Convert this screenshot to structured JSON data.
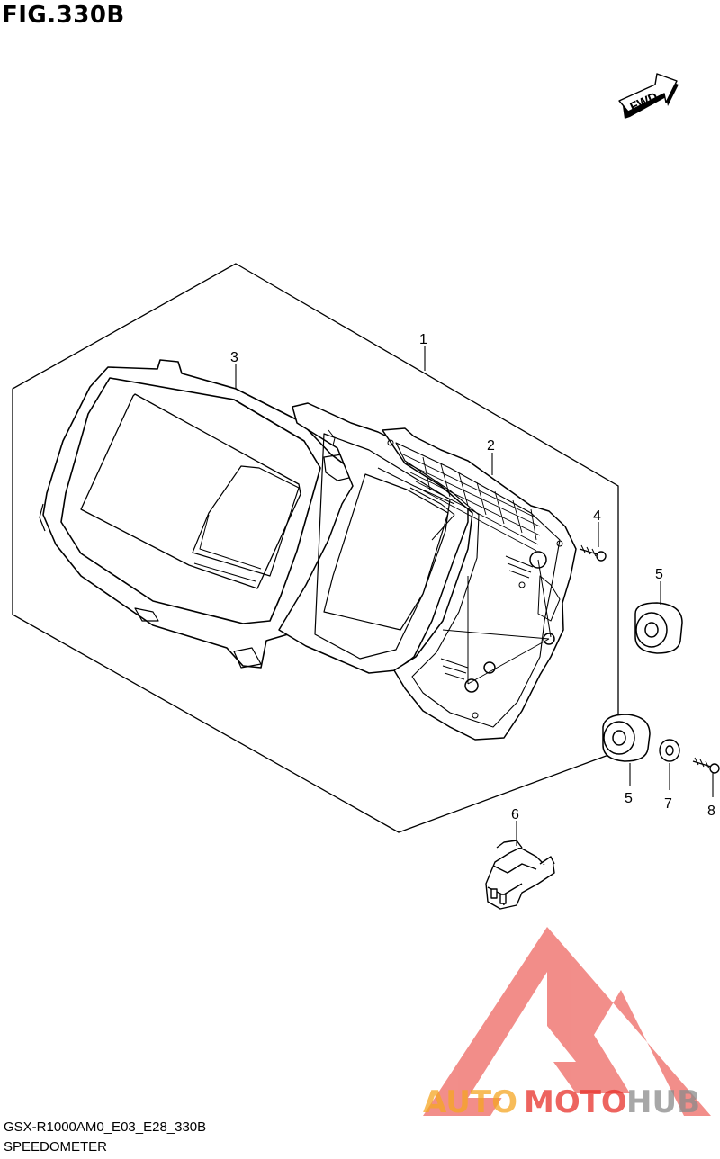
{
  "figure": {
    "title": "FIG.330B"
  },
  "fwd_badge": {
    "text": "FWD"
  },
  "callouts": [
    {
      "id": "1",
      "label": "1"
    },
    {
      "id": "2",
      "label": "2"
    },
    {
      "id": "3",
      "label": "3"
    },
    {
      "id": "4",
      "label": "4"
    },
    {
      "id": "5a",
      "label": "5"
    },
    {
      "id": "5b",
      "label": "5"
    },
    {
      "id": "6",
      "label": "6"
    },
    {
      "id": "7",
      "label": "7"
    },
    {
      "id": "8",
      "label": "8"
    }
  ],
  "footer": {
    "model_code": "GSX-R1000AM0_E03_E28_330B",
    "part_name": "SPEEDOMETER"
  },
  "watermark": {
    "text_auto": "AUTO",
    "text_moto": "MOTO",
    "text_hub": "HUB"
  },
  "colors": {
    "line": "#000000",
    "watermark_red": "#e8312a",
    "watermark_orange": "#f5a623",
    "watermark_grey": "#8a8a8a"
  }
}
